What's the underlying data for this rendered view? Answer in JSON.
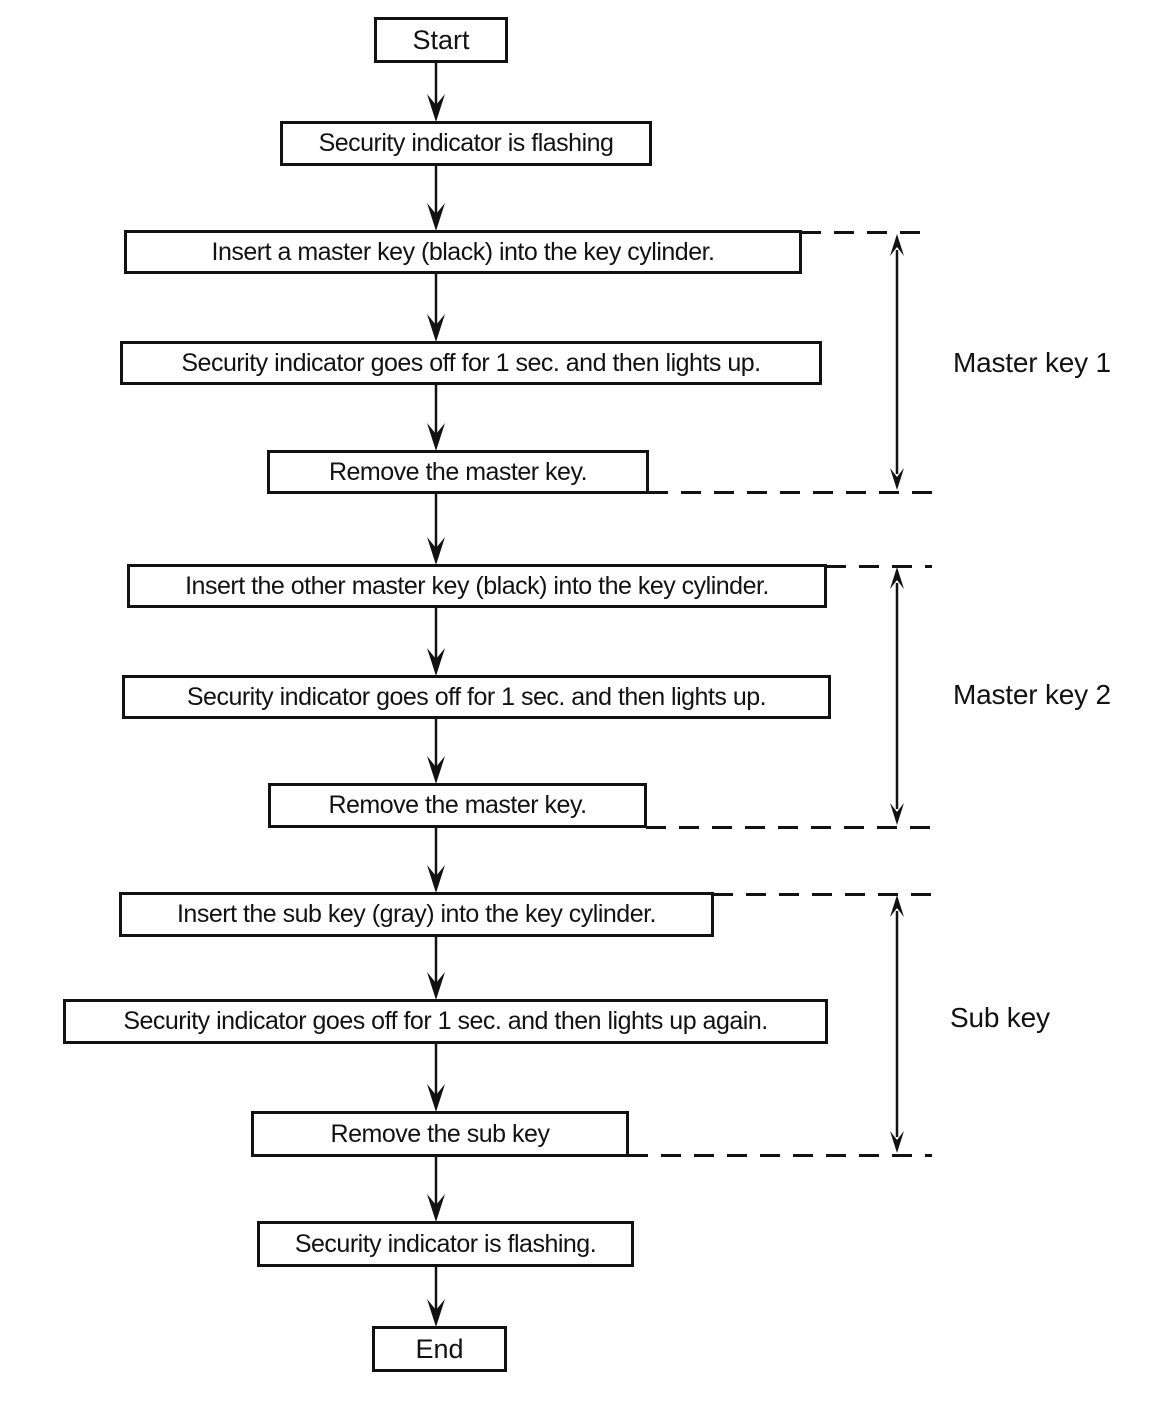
{
  "diagram": {
    "type": "flowchart",
    "orientation": "top-to-bottom",
    "nodes": [
      {
        "id": "start",
        "label": "Start"
      },
      {
        "id": "indicator-flashing-start",
        "label": "Security indicator is flashing"
      },
      {
        "id": "insert-master-key-1",
        "label": "Insert a master key (black) into the key cylinder."
      },
      {
        "id": "indicator-off-1",
        "label": "Security indicator goes off for 1 sec. and then lights up."
      },
      {
        "id": "remove-master-key-1",
        "label": "Remove the master key."
      },
      {
        "id": "insert-master-key-2",
        "label": "Insert the other master key (black) into the key cylinder."
      },
      {
        "id": "indicator-off-2",
        "label": "Security indicator goes off for 1 sec. and then lights up."
      },
      {
        "id": "remove-master-key-2",
        "label": "Remove the master key."
      },
      {
        "id": "insert-sub-key",
        "label": "Insert the sub key (gray) into the key cylinder."
      },
      {
        "id": "indicator-off-sub",
        "label": "Security indicator goes off for 1 sec. and then lights up again."
      },
      {
        "id": "remove-sub-key",
        "label": "Remove the sub key"
      },
      {
        "id": "indicator-flashing-end",
        "label": "Security indicator is flashing."
      },
      {
        "id": "end",
        "label": "End"
      }
    ],
    "edges": [
      [
        "start",
        "indicator-flashing-start"
      ],
      [
        "indicator-flashing-start",
        "insert-master-key-1"
      ],
      [
        "insert-master-key-1",
        "indicator-off-1"
      ],
      [
        "indicator-off-1",
        "remove-master-key-1"
      ],
      [
        "remove-master-key-1",
        "insert-master-key-2"
      ],
      [
        "insert-master-key-2",
        "indicator-off-2"
      ],
      [
        "indicator-off-2",
        "remove-master-key-2"
      ],
      [
        "remove-master-key-2",
        "insert-sub-key"
      ],
      [
        "insert-sub-key",
        "indicator-off-sub"
      ],
      [
        "indicator-off-sub",
        "remove-sub-key"
      ],
      [
        "remove-sub-key",
        "indicator-flashing-end"
      ],
      [
        "indicator-flashing-end",
        "end"
      ]
    ],
    "groups": [
      {
        "label": "Master key 1",
        "spans_nodes": [
          "insert-master-key-1",
          "remove-master-key-1"
        ]
      },
      {
        "label": "Master key 2",
        "spans_nodes": [
          "insert-master-key-2",
          "remove-master-key-2"
        ]
      },
      {
        "label": "Sub key",
        "spans_nodes": [
          "insert-sub-key",
          "remove-sub-key"
        ]
      }
    ],
    "colors": {
      "ink": "#121212",
      "background": "#ffffff"
    }
  }
}
